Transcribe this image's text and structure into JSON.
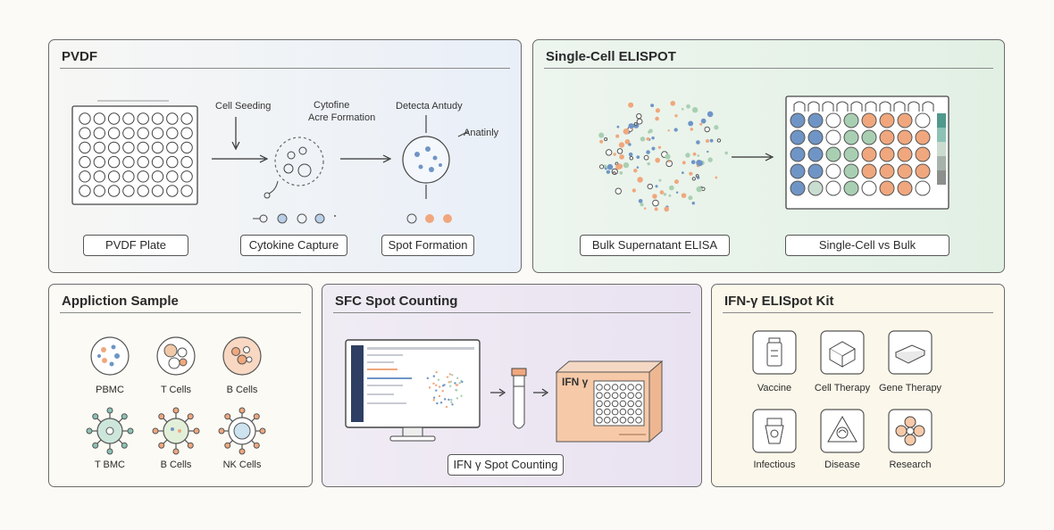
{
  "panels": {
    "pvdf": {
      "title": "PVDF",
      "steps": [
        "Cell Seeding",
        "Cytofine",
        "Acre Formation",
        "Detecta Antudy",
        "Anatinly"
      ],
      "labels": [
        "PVDF Plate",
        "Cytokine Capture",
        "Spot Formation"
      ]
    },
    "single_cell": {
      "title": "Single-Cell ELISPOT",
      "labels": [
        "Bulk Supernatant ELISA",
        "Single-Cell vs Bulk"
      ]
    },
    "application": {
      "title": "Appliction Sample",
      "cells": [
        "PBMC",
        "T Cells",
        "B Cells",
        "T BMC",
        "B Cells",
        "NK Cells"
      ]
    },
    "sfc": {
      "title": "SFC Spot Counting",
      "box_text": "IFN γ",
      "label": "IFN γ Spot Counting"
    },
    "kit": {
      "title": "IFN-γ ELISpot Kit",
      "items": [
        "Vaccine",
        "Cell Therapy",
        "Gene Therapy",
        "Infectious",
        "Disease",
        "Research"
      ]
    }
  },
  "colors": {
    "blue": "#6f95c6",
    "orange": "#f0a77d",
    "green": "#a9cfb3",
    "pvdf_bg": "#eef2f8",
    "single_bg": "#e6f1e7",
    "sfc_bg": "#eee8f4",
    "kit_bg": "#f8f4e6"
  }
}
